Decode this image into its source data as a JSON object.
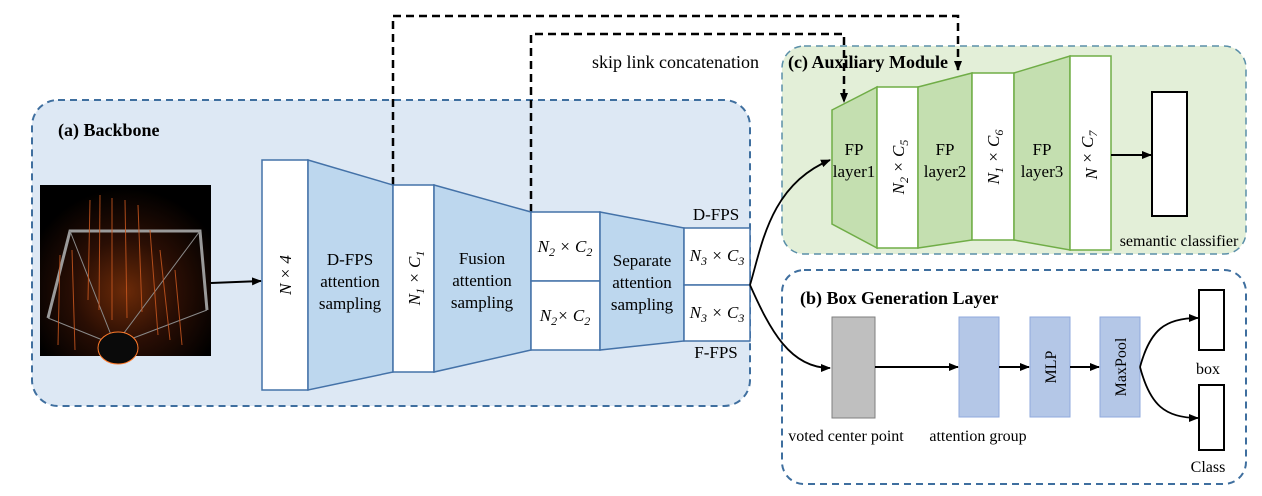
{
  "skip_link_label": "skip link concatenation",
  "backbone": {
    "title": "(a) Backbone",
    "input_block": "N × 4",
    "dfps_trap": [
      "D-FPS",
      "attention",
      "sampling"
    ],
    "block_c1": {
      "base": "N",
      "sub1": "1",
      "mid": " × C",
      "sub2": "1"
    },
    "fusion_trap": [
      "Fusion",
      "attention",
      "sampling"
    ],
    "block_c2_top": {
      "base": "N",
      "sub1": "2",
      "mid": " × C",
      "sub2": "2"
    },
    "block_c2_bottom": {
      "base": "N",
      "sub1": "2",
      "mid": "× C",
      "sub2": "2"
    },
    "separate_trap": [
      "Separate",
      "attention",
      "sampling"
    ],
    "block_c3_top": {
      "base": "N",
      "sub1": "3",
      "mid": " × C",
      "sub2": "3"
    },
    "block_c3_bottom": {
      "base": "N",
      "sub1": "3",
      "mid": " × C",
      "sub2": "3"
    },
    "dfps_label": "D-FPS",
    "ffps_label": "F-FPS"
  },
  "auxiliary": {
    "title": "(c) Auxiliary Module",
    "fp1": [
      "FP",
      "layer1"
    ],
    "block_c5": {
      "base": "N",
      "sub1": "2",
      "mid": " × C",
      "sub2": "5"
    },
    "fp2": [
      "FP",
      "layer2"
    ],
    "block_c6": {
      "base": "N",
      "sub1": "1",
      "mid": " × C",
      "sub2": "6"
    },
    "fp3": [
      "FP",
      "layer3"
    ],
    "block_c7": {
      "base": "N",
      "sub1": "",
      "mid": " × C",
      "sub2": "7"
    },
    "classifier_label": "semantic classifier"
  },
  "box_generation": {
    "title": "(b) Box Generation Layer",
    "voted_label": "voted center point",
    "group_label": "attention group",
    "mlp": "MLP",
    "maxpool": "MaxPool",
    "box_label": "box",
    "class_label": "Class"
  },
  "colors": {
    "backbone_bg": "#dde8f4",
    "backbone_border": "#3f6f9f",
    "aux_bg": "#e3efd8",
    "aux_border": "#5a8fa8",
    "trap_fill": "#bdd7ee",
    "trap_stroke": "#4472a8",
    "fp_fill": "#c4dfb0",
    "fp_stroke": "#70ad47",
    "purple_fill": "#b4c7e7",
    "grey_fill": "#bfbfbf"
  }
}
